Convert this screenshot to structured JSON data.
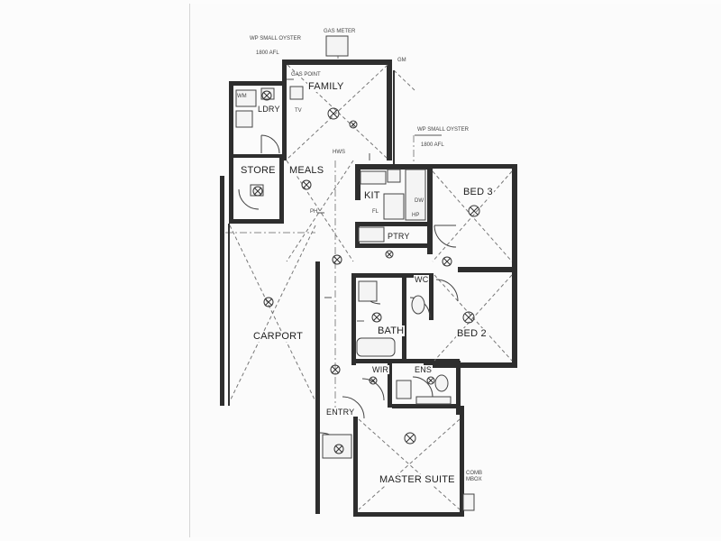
{
  "rooms": {
    "family": "FAMILY",
    "meals": "MEALS",
    "store": "STORE",
    "lndry": "LDRY",
    "kit": "KIT",
    "ptry": "PTRY",
    "bed3": "BED 3",
    "bed2": "BED 2",
    "wc": "WC",
    "bath": "BATH",
    "wir": "WIR",
    "ens": "ENS",
    "entry": "ENTRY",
    "carport": "CARPORT",
    "master": "MASTER SUITE"
  },
  "notes": {
    "wp_small_oyster_top": "WP SMALL OYSTER",
    "afl_top": "1800 AFL",
    "wp_small_oyster_right": "WP SMALL OYSTER",
    "afl_right": "1800 AFL",
    "gas_point": "GAS POINT",
    "hws": "HWS",
    "ww": "WM",
    "tv": "TV",
    "hp": "HP",
    "ph": "PH",
    "fl": "FL",
    "dw": "DW",
    "gm": "GM",
    "meter": "GAS METER",
    "meterbox": "COMB MBOX"
  }
}
